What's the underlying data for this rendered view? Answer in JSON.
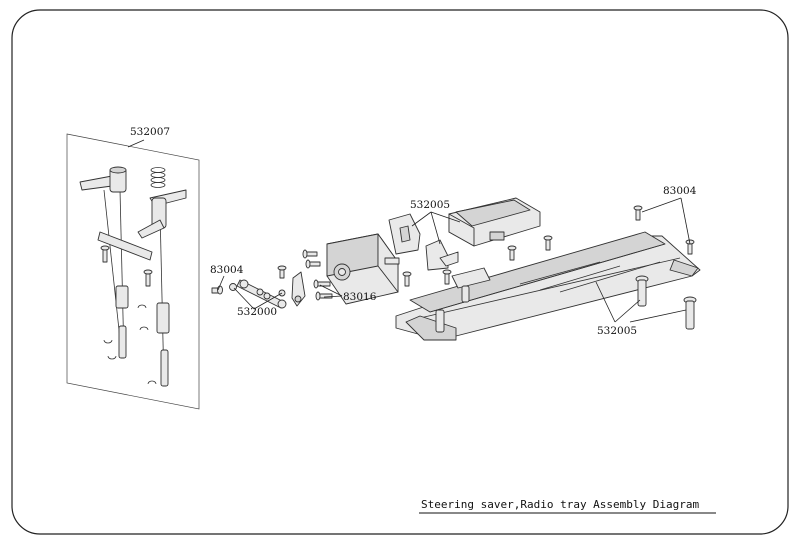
{
  "diagram": {
    "title": "Steering saver,Radio tray Assembly Diagram",
    "callouts": [
      {
        "id": "c-532007",
        "text": "532007"
      },
      {
        "id": "c-532005-top",
        "text": "532005"
      },
      {
        "id": "c-83004-right",
        "text": "83004"
      },
      {
        "id": "c-83004-left",
        "text": "83004"
      },
      {
        "id": "c-83016",
        "text": "83016"
      },
      {
        "id": "c-532000",
        "text": "532000"
      },
      {
        "id": "c-532005-bottom",
        "text": "532005"
      }
    ]
  }
}
